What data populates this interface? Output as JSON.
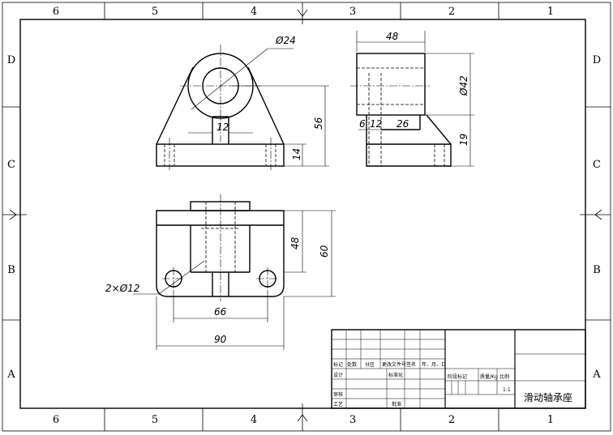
{
  "border": {
    "top_zones": [
      "6",
      "5",
      "4",
      "3",
      "2",
      "1"
    ],
    "bottom_zones": [
      "6",
      "5",
      "4",
      "3",
      "2",
      "1"
    ],
    "left_zones": [
      "D",
      "C",
      "B",
      "A"
    ],
    "right_zones": [
      "D",
      "C",
      "B",
      "A"
    ]
  },
  "dimensions": {
    "dia_24": "Ø24",
    "width_12_top": "12",
    "height_56": "56",
    "height_14": "14",
    "width_48_side": "48",
    "dia_42": "Ø42",
    "side_6": "6",
    "side_12": "12",
    "side_26": "26",
    "height_19": "19",
    "height_48": "48",
    "height_60": "60",
    "holes": "2×Ø12",
    "width_66": "66",
    "width_90": "90"
  },
  "title_block": {
    "mark": "标记",
    "count": "处数",
    "zone": "分区",
    "change_doc": "更改文件号",
    "sign": "签名",
    "date": "年、月、日",
    "design": "设计",
    "standardize": "标准化",
    "stage_mark": "阶段标记",
    "weight": "质量/Kg",
    "scale": "比例",
    "scale_value": "1:1",
    "review": "审核",
    "process": "工艺",
    "approve": "批准",
    "part_name": "滑动轴承座"
  }
}
